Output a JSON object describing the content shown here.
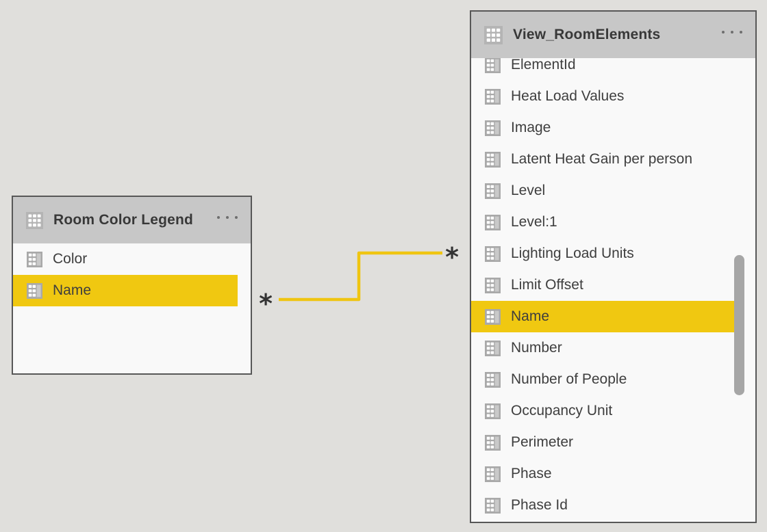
{
  "colors": {
    "canvas": "#e0dfdc",
    "header_gray": "#c7c7c7",
    "table_body": "#f9f9f9",
    "border_dark": "#575757",
    "accent_yellow": "#F0C811",
    "relationship_line": "#EFC511"
  },
  "left_table": {
    "title": "Room Color Legend",
    "fields": [
      {
        "name": "Color",
        "highlighted": false
      },
      {
        "name": "Name",
        "highlighted": true
      }
    ]
  },
  "right_table": {
    "title": "View_RoomElements",
    "fields": [
      {
        "name": "ElementId",
        "highlighted": false
      },
      {
        "name": "Heat Load Values",
        "highlighted": false
      },
      {
        "name": "Image",
        "highlighted": false
      },
      {
        "name": "Latent Heat Gain per person",
        "highlighted": false
      },
      {
        "name": "Level",
        "highlighted": false
      },
      {
        "name": "Level:1",
        "highlighted": false
      },
      {
        "name": "Lighting Load Units",
        "highlighted": false
      },
      {
        "name": "Limit Offset",
        "highlighted": false
      },
      {
        "name": "Name",
        "highlighted": true
      },
      {
        "name": "Number",
        "highlighted": false
      },
      {
        "name": "Number of People",
        "highlighted": false
      },
      {
        "name": "Occupancy Unit",
        "highlighted": false
      },
      {
        "name": "Perimeter",
        "highlighted": false
      },
      {
        "name": "Phase",
        "highlighted": false
      },
      {
        "name": "Phase Id",
        "highlighted": false
      }
    ]
  },
  "relationship": {
    "left_cardinality": "*",
    "right_cardinality": "*"
  }
}
